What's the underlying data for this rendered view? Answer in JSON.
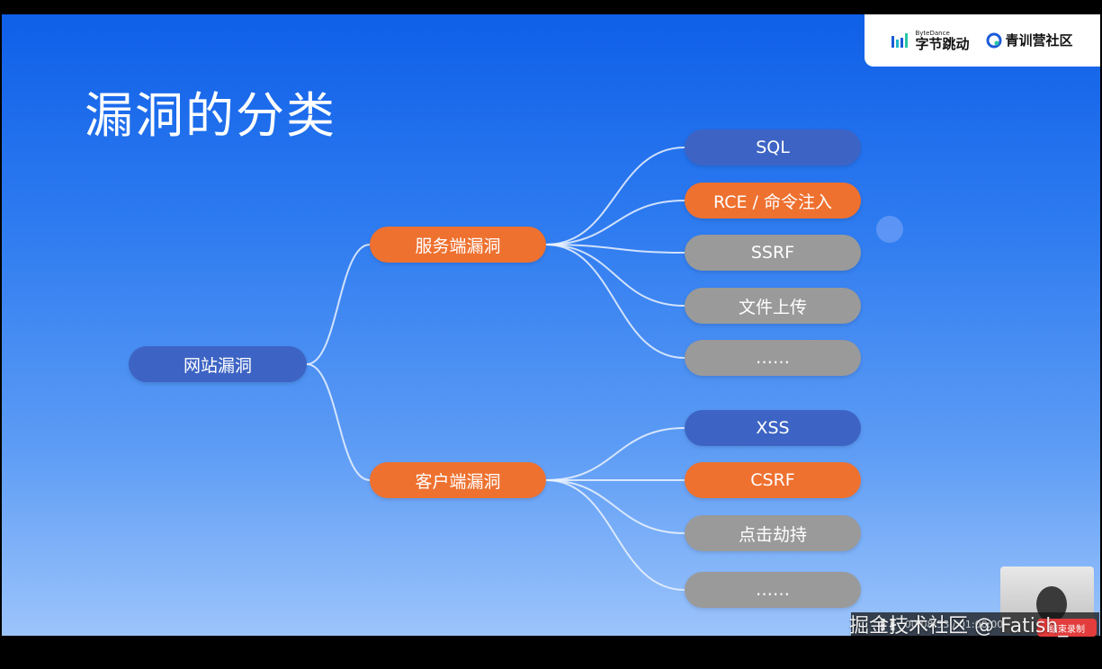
{
  "slide": {
    "title": "漏洞的分类"
  },
  "brand": {
    "bytedance_small": "ByteDance",
    "bytedance_name": "字节跳动",
    "camp_name": "青训营社区"
  },
  "mindmap": {
    "root": {
      "label": "网站漏洞",
      "color": "blue"
    },
    "branches": [
      {
        "label": "服务端漏洞",
        "color": "orange",
        "children": [
          {
            "label": "SQL",
            "color": "blue"
          },
          {
            "label": "RCE / 命令注入",
            "color": "orange"
          },
          {
            "label": "SSRF",
            "color": "gray"
          },
          {
            "label": "文件上传",
            "color": "gray"
          },
          {
            "label": "……",
            "color": "gray"
          }
        ]
      },
      {
        "label": "客户端漏洞",
        "color": "orange",
        "children": [
          {
            "label": "XSS",
            "color": "blue"
          },
          {
            "label": "CSRF",
            "color": "orange"
          },
          {
            "label": "点击劫持",
            "color": "gray"
          },
          {
            "label": "……",
            "color": "gray"
          }
        ]
      }
    ]
  },
  "recorder": {
    "time": "00:08:53 / 01:00:00",
    "stop_label": "结束录制"
  },
  "watermark": "掘金技术社区 @ Fatish_"
}
